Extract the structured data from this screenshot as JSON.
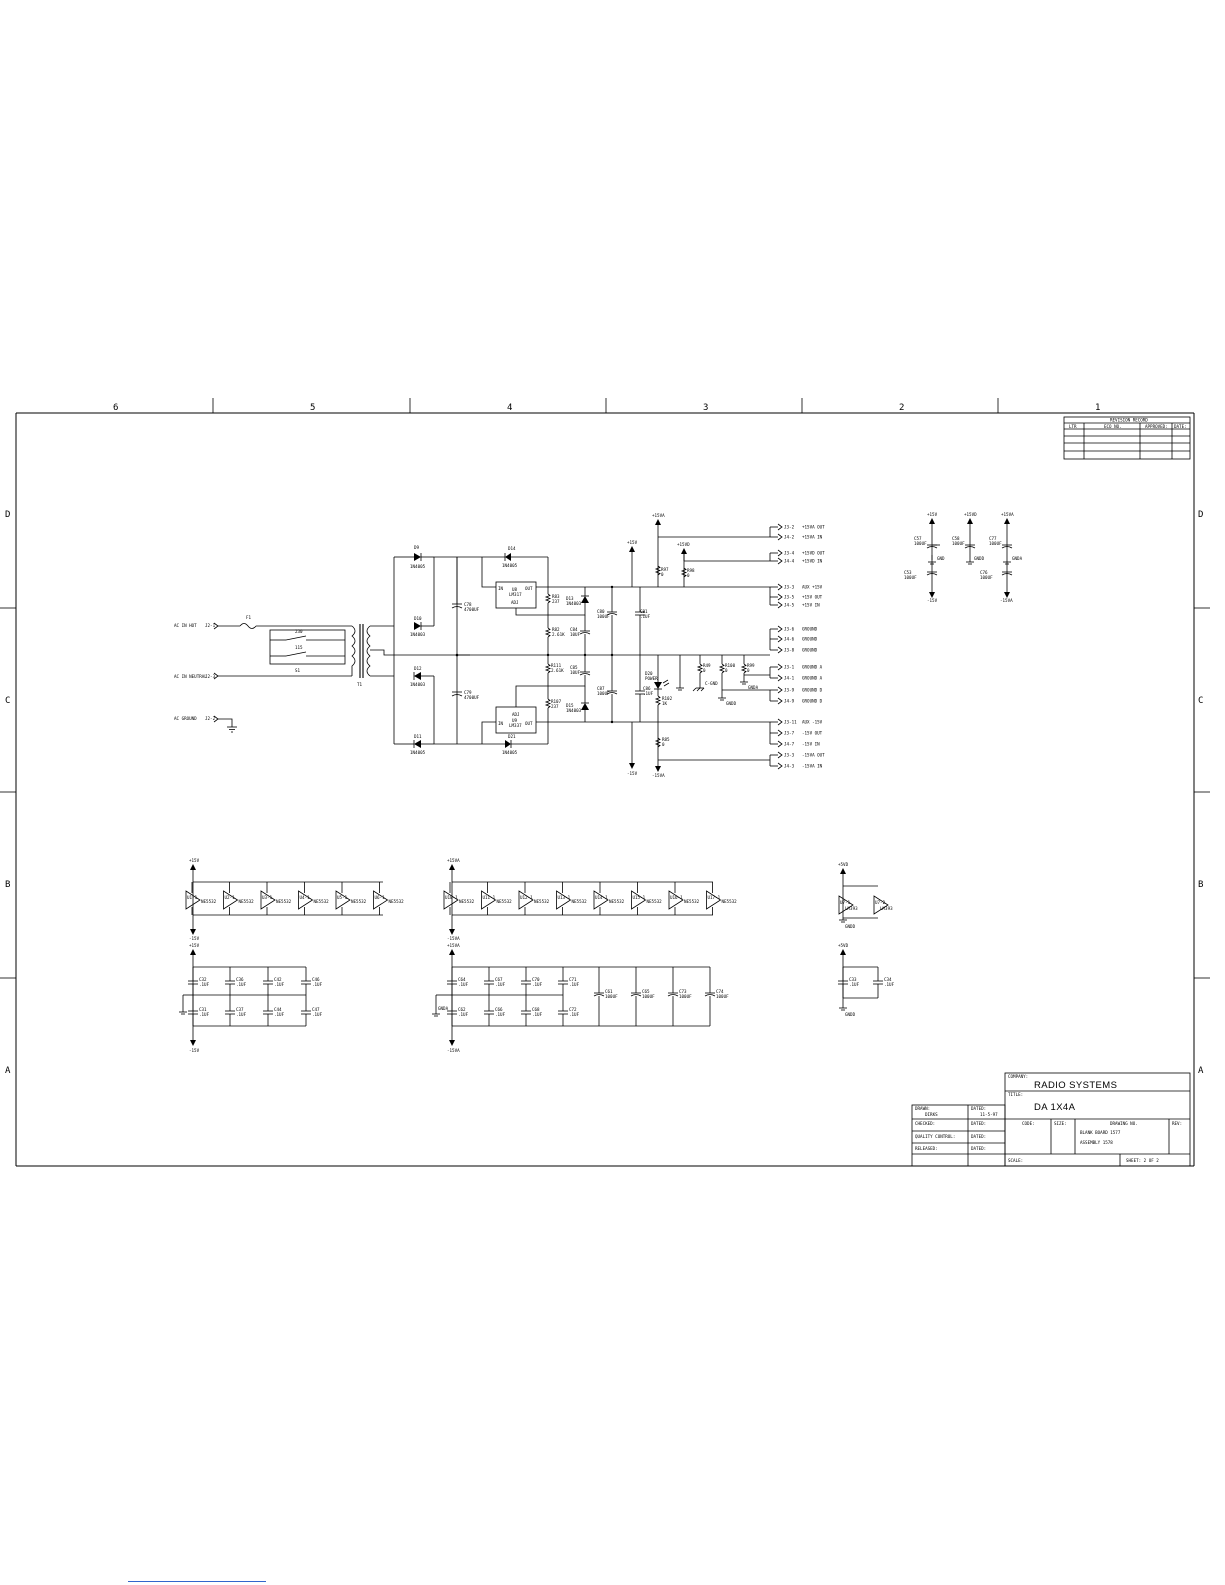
{
  "zones": {
    "columns": [
      "6",
      "5",
      "4",
      "3",
      "2",
      "1"
    ],
    "rows": [
      "D",
      "C",
      "B",
      "A"
    ]
  },
  "revision": {
    "header": "REVISION RECORD",
    "cols": [
      "LTR",
      "ECO NO.",
      "APPROVED:",
      "DATE:"
    ]
  },
  "title_block": {
    "company_label": "COMPANY:",
    "company": "RADIO SYSTEMS",
    "title_label": "TITLE:",
    "title": "DA 1X4A",
    "drawn_label": "DRAWN:",
    "drawn_by": "DIRKS",
    "dated_label": "DATED:",
    "drawn_date": "11-5-97",
    "checked_label": "CHECKED:",
    "qc_label": "QUALITY CONTROL:",
    "released_label": "RELEASED:",
    "code_label": "CODE:",
    "size_label": "SIZE:",
    "dwg_label": "DRAWING NO.",
    "rev_label": "REV:",
    "dwg_line1": "BLANK BOARD 1577",
    "dwg_line2": "ASSEMBLY 1578",
    "scale_label": "SCALE:",
    "sheet": "SHEET: 2  OF 2"
  },
  "inputs": {
    "ac_hot": "AC IN HOT",
    "ac_hot_pin": "J2-1",
    "ac_neutral": "AC IN NEUTRAL",
    "ac_neutral_pin": "J2-3",
    "ac_ground": "AC GROUND",
    "ac_ground_pin": "J2-2"
  },
  "parts": {
    "fuse": "F1",
    "sw_v1": "230",
    "sw_v2": "115",
    "sw": "S1",
    "transformer": "T1",
    "d9": "D9",
    "d9v": "1N4005",
    "d10": "D10",
    "d10v": "1N4003",
    "d12": "D12",
    "d12v": "1N4003",
    "d11": "D11",
    "d11v": "1N4005",
    "d14": "D14",
    "d14v": "1N4005",
    "d21": "D21",
    "d21v": "1N4005",
    "d13": "D13",
    "d13v": "1N4003",
    "d15": "D15",
    "d15v": "1N4003",
    "c78": "C78",
    "c78v": "4700UF",
    "c79": "C79",
    "c79v": "4700UF",
    "u8": "U8",
    "u8v": "LM317",
    "u8in": "IN",
    "u8out": "OUT",
    "u8adj": "ADJ",
    "u9": "U9",
    "u9v": "LM337",
    "u9in": "IN",
    "u9out": "OUT",
    "u9adj": "ADJ",
    "r83": "R83",
    "r83v": "237",
    "r82": "R82",
    "r82v": "2.61K",
    "r111": "R111",
    "r111v": "2.61K",
    "r107": "R107",
    "r107v": "237",
    "c80": "C80",
    "c80v": "100UF",
    "c81": "C81",
    "c81v": ".1UF",
    "c84": "C84",
    "c84v": "10UF",
    "c85": "C85",
    "c85v": "10UF",
    "c87": "C87",
    "c87v": "100UF",
    "c86": "C86",
    "c86v": ".1UF",
    "r97": "R97",
    "r97v": "0",
    "r98": "R98",
    "r98v": "0",
    "d20": "D20",
    "d20v": "POWER",
    "r102": "R102",
    "r102v": "1K",
    "r85": "R85",
    "r85v": "0",
    "r49": "R49",
    "r49v": "0",
    "r100": "R100",
    "r100v": "0",
    "r99": "R99",
    "r99v": "0",
    "gnd": "GND",
    "gnda": "GNDA",
    "gndd": "GNDD",
    "cgnd": "C-GND"
  },
  "rails": {
    "p15": "+15V",
    "m15": "-15V",
    "p15a": "+15VA",
    "m15a": "-15VA",
    "p15d": "+15VD",
    "p5d": "+5VD"
  },
  "connectors": [
    {
      "pin": "J3-2",
      "label": "+15VA OUT"
    },
    {
      "pin": "J4-2",
      "label": "+15VA IN"
    },
    {
      "pin": "J3-4",
      "label": "+15VD OUT"
    },
    {
      "pin": "J4-4",
      "label": "+15VD IN"
    },
    {
      "pin": "J3-3",
      "label": "AUX +15V"
    },
    {
      "pin": "J3-5",
      "label": "+15V OUT"
    },
    {
      "pin": "J4-5",
      "label": "+15V IN"
    },
    {
      "pin": "J3-6",
      "label": "GROUND"
    },
    {
      "pin": "J4-6",
      "label": "GROUND"
    },
    {
      "pin": "J3-8",
      "label": "GROUND"
    },
    {
      "pin": "J3-1",
      "label": "GROUND A"
    },
    {
      "pin": "J4-1",
      "label": "GROUND A"
    },
    {
      "pin": "J3-9",
      "label": "GROUND D"
    },
    {
      "pin": "J4-9",
      "label": "GROUND D"
    },
    {
      "pin": "J3-11",
      "label": "AUX -15V"
    },
    {
      "pin": "J3-7",
      "label": "-15V OUT"
    },
    {
      "pin": "J4-7",
      "label": "-15V IN"
    },
    {
      "pin": "J3-3",
      "label": "-15VA OUT"
    },
    {
      "pin": "J4-3",
      "label": "-15VA IN"
    }
  ],
  "decoupling_top": [
    {
      "name": "C57",
      "value": "100UF"
    },
    {
      "name": "C58",
      "value": "100UF"
    },
    {
      "name": "C77",
      "value": "100UF"
    },
    {
      "name": "C53",
      "value": "100UF"
    },
    {
      "name": "C76",
      "value": "100UF"
    }
  ],
  "opamps_left": [
    {
      "ref": "U1-1",
      "pn": "NE5532"
    },
    {
      "ref": "U2-1",
      "pn": "NE5532"
    },
    {
      "ref": "U3-1",
      "pn": "NE5532"
    },
    {
      "ref": "U4-1",
      "pn": "NE5532"
    },
    {
      "ref": "U5-1",
      "pn": "NE5532"
    },
    {
      "ref": "U6-1",
      "pn": "NE5532"
    }
  ],
  "opamps_mid": [
    {
      "ref": "U10-1",
      "pn": "NE5532"
    },
    {
      "ref": "U11-1",
      "pn": "NE5532"
    },
    {
      "ref": "U12-1",
      "pn": "NE5532"
    },
    {
      "ref": "U13-1",
      "pn": "NE5532"
    },
    {
      "ref": "U14-1",
      "pn": "NE5532"
    },
    {
      "ref": "U15-1",
      "pn": "NE5532"
    },
    {
      "ref": "U16-1",
      "pn": "NE5532"
    },
    {
      "ref": "U17-1",
      "pn": "NE5532"
    }
  ],
  "logic": [
    {
      "ref": "U7-1",
      "pn": "LM393"
    },
    {
      "ref": "U7-2",
      "pn": "LM393"
    }
  ],
  "caps_left_top": [
    {
      "name": "C32",
      "value": ".1UF"
    },
    {
      "name": "C36",
      "value": ".1UF"
    },
    {
      "name": "C42",
      "value": ".1UF"
    },
    {
      "name": "C46",
      "value": ".1UF"
    }
  ],
  "caps_left_bot": [
    {
      "name": "C31",
      "value": ".1UF"
    },
    {
      "name": "C37",
      "value": ".1UF"
    },
    {
      "name": "C44",
      "value": ".1UF"
    },
    {
      "name": "C47",
      "value": ".1UF"
    }
  ],
  "caps_mid_top": [
    {
      "name": "C64",
      "value": ".1UF"
    },
    {
      "name": "C67",
      "value": ".1UF"
    },
    {
      "name": "C70",
      "value": ".1UF"
    },
    {
      "name": "C71",
      "value": ".1UF"
    }
  ],
  "caps_mid_bot": [
    {
      "name": "C62",
      "value": ".1UF"
    },
    {
      "name": "C66",
      "value": ".1UF"
    },
    {
      "name": "C68",
      "value": ".1UF"
    },
    {
      "name": "C72",
      "value": ".1UF"
    }
  ],
  "caps_mid_bulk": [
    {
      "name": "C61",
      "value": "100UF"
    },
    {
      "name": "C65",
      "value": "100UF"
    },
    {
      "name": "C73",
      "value": "100UF"
    },
    {
      "name": "C74",
      "value": "100UF"
    }
  ],
  "caps_right": [
    {
      "name": "C33",
      "value": ".1UF"
    },
    {
      "name": "C34",
      "value": ".1UF"
    }
  ]
}
